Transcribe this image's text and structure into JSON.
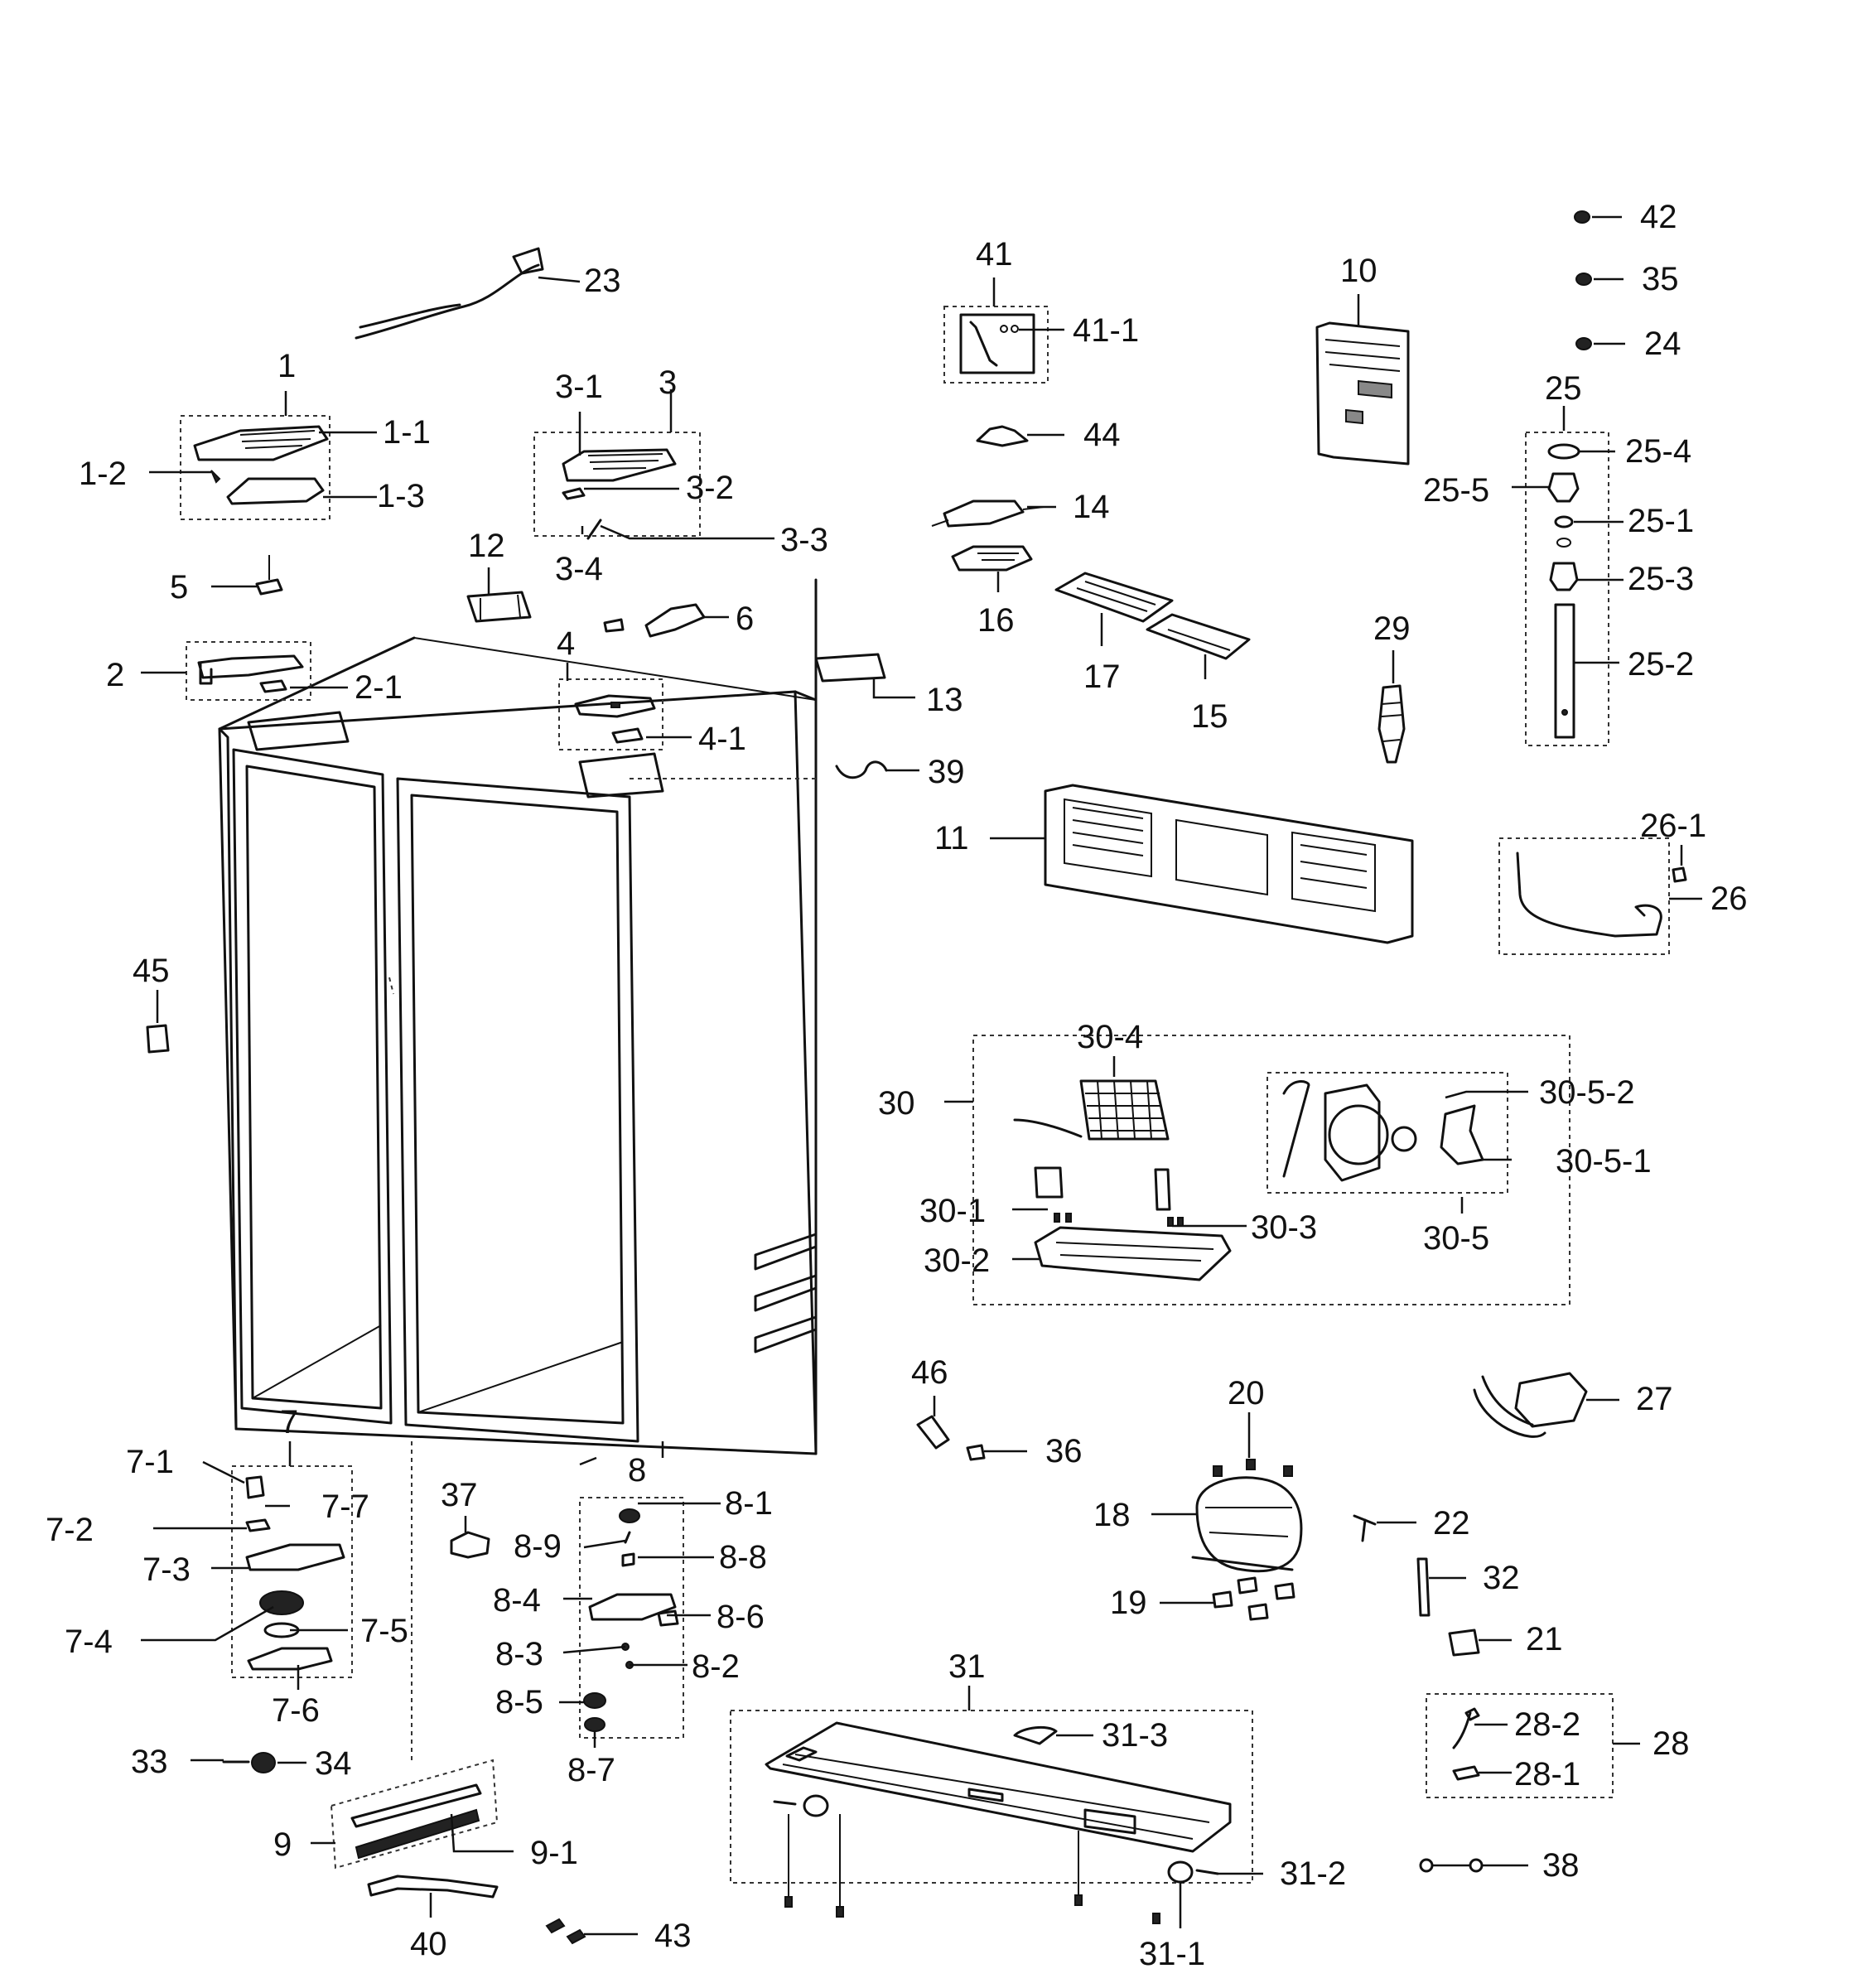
{
  "labels": {
    "p1": "1",
    "p1_1": "1-1",
    "p1_2": "1-2",
    "p1_3": "1-3",
    "p2": "2",
    "p2_1": "2-1",
    "p3": "3",
    "p3_1": "3-1",
    "p3_2": "3-2",
    "p3_3": "3-3",
    "p3_4": "3-4",
    "p4": "4",
    "p4_1": "4-1",
    "p5": "5",
    "p6": "6",
    "p7": "7",
    "p7_1": "7-1",
    "p7_2": "7-2",
    "p7_3": "7-3",
    "p7_4": "7-4",
    "p7_5": "7-5",
    "p7_6": "7-6",
    "p7_7": "7-7",
    "p8": "8",
    "p8_1": "8-1",
    "p8_2": "8-2",
    "p8_3": "8-3",
    "p8_4": "8-4",
    "p8_5": "8-5",
    "p8_6": "8-6",
    "p8_7": "8-7",
    "p8_8": "8-8",
    "p8_9": "8-9",
    "p9": "9",
    "p9_1": "9-1",
    "p10": "10",
    "p11": "11",
    "p12": "12",
    "p13": "13",
    "p14": "14",
    "p15": "15",
    "p16": "16",
    "p17": "17",
    "p18": "18",
    "p19": "19",
    "p20": "20",
    "p21": "21",
    "p22": "22",
    "p23": "23",
    "p24": "24",
    "p25": "25",
    "p25_1": "25-1",
    "p25_2": "25-2",
    "p25_3": "25-3",
    "p25_4": "25-4",
    "p25_5": "25-5",
    "p26": "26",
    "p26_1": "26-1",
    "p27": "27",
    "p28": "28",
    "p28_1": "28-1",
    "p28_2": "28-2",
    "p29": "29",
    "p30": "30",
    "p30_1": "30-1",
    "p30_2": "30-2",
    "p30_3": "30-3",
    "p30_4": "30-4",
    "p30_5": "30-5",
    "p30_5_1": "30-5-1",
    "p30_5_2": "30-5-2",
    "p31": "31",
    "p31_1": "31-1",
    "p31_2": "31-2",
    "p31_3": "31-3",
    "p32": "32",
    "p33": "33",
    "p34": "34",
    "p35": "35",
    "p36": "36",
    "p37": "37",
    "p38": "38",
    "p39": "39",
    "p40": "40",
    "p41": "41",
    "p41_1": "41-1",
    "p42": "42",
    "p43": "43",
    "p44": "44",
    "p45": "45",
    "p46": "46"
  }
}
